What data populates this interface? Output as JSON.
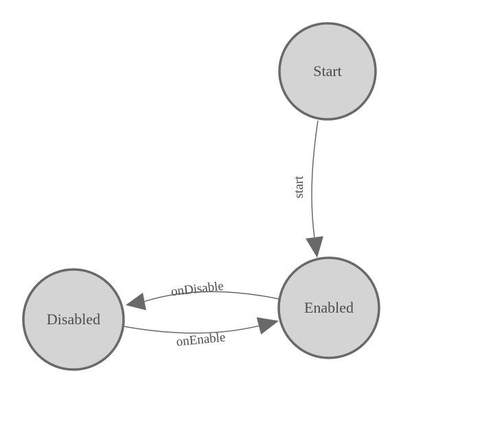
{
  "diagram": {
    "type": "state-machine",
    "colors": {
      "background": "#ffffff",
      "node_fill": "#d4d4d4",
      "node_stroke": "#696969",
      "edge_color": "#696969",
      "label_color": "#4d4d4d"
    },
    "nodes": [
      {
        "id": "start",
        "label": "Start"
      },
      {
        "id": "enabled",
        "label": "Enabled"
      },
      {
        "id": "disabled",
        "label": "Disabled"
      }
    ],
    "edges": [
      {
        "from": "Start",
        "to": "Enabled",
        "label": "start"
      },
      {
        "from": "Enabled",
        "to": "Disabled",
        "label": "onDisable"
      },
      {
        "from": "Disabled",
        "to": "Enabled",
        "label": "onEnable"
      }
    ]
  }
}
